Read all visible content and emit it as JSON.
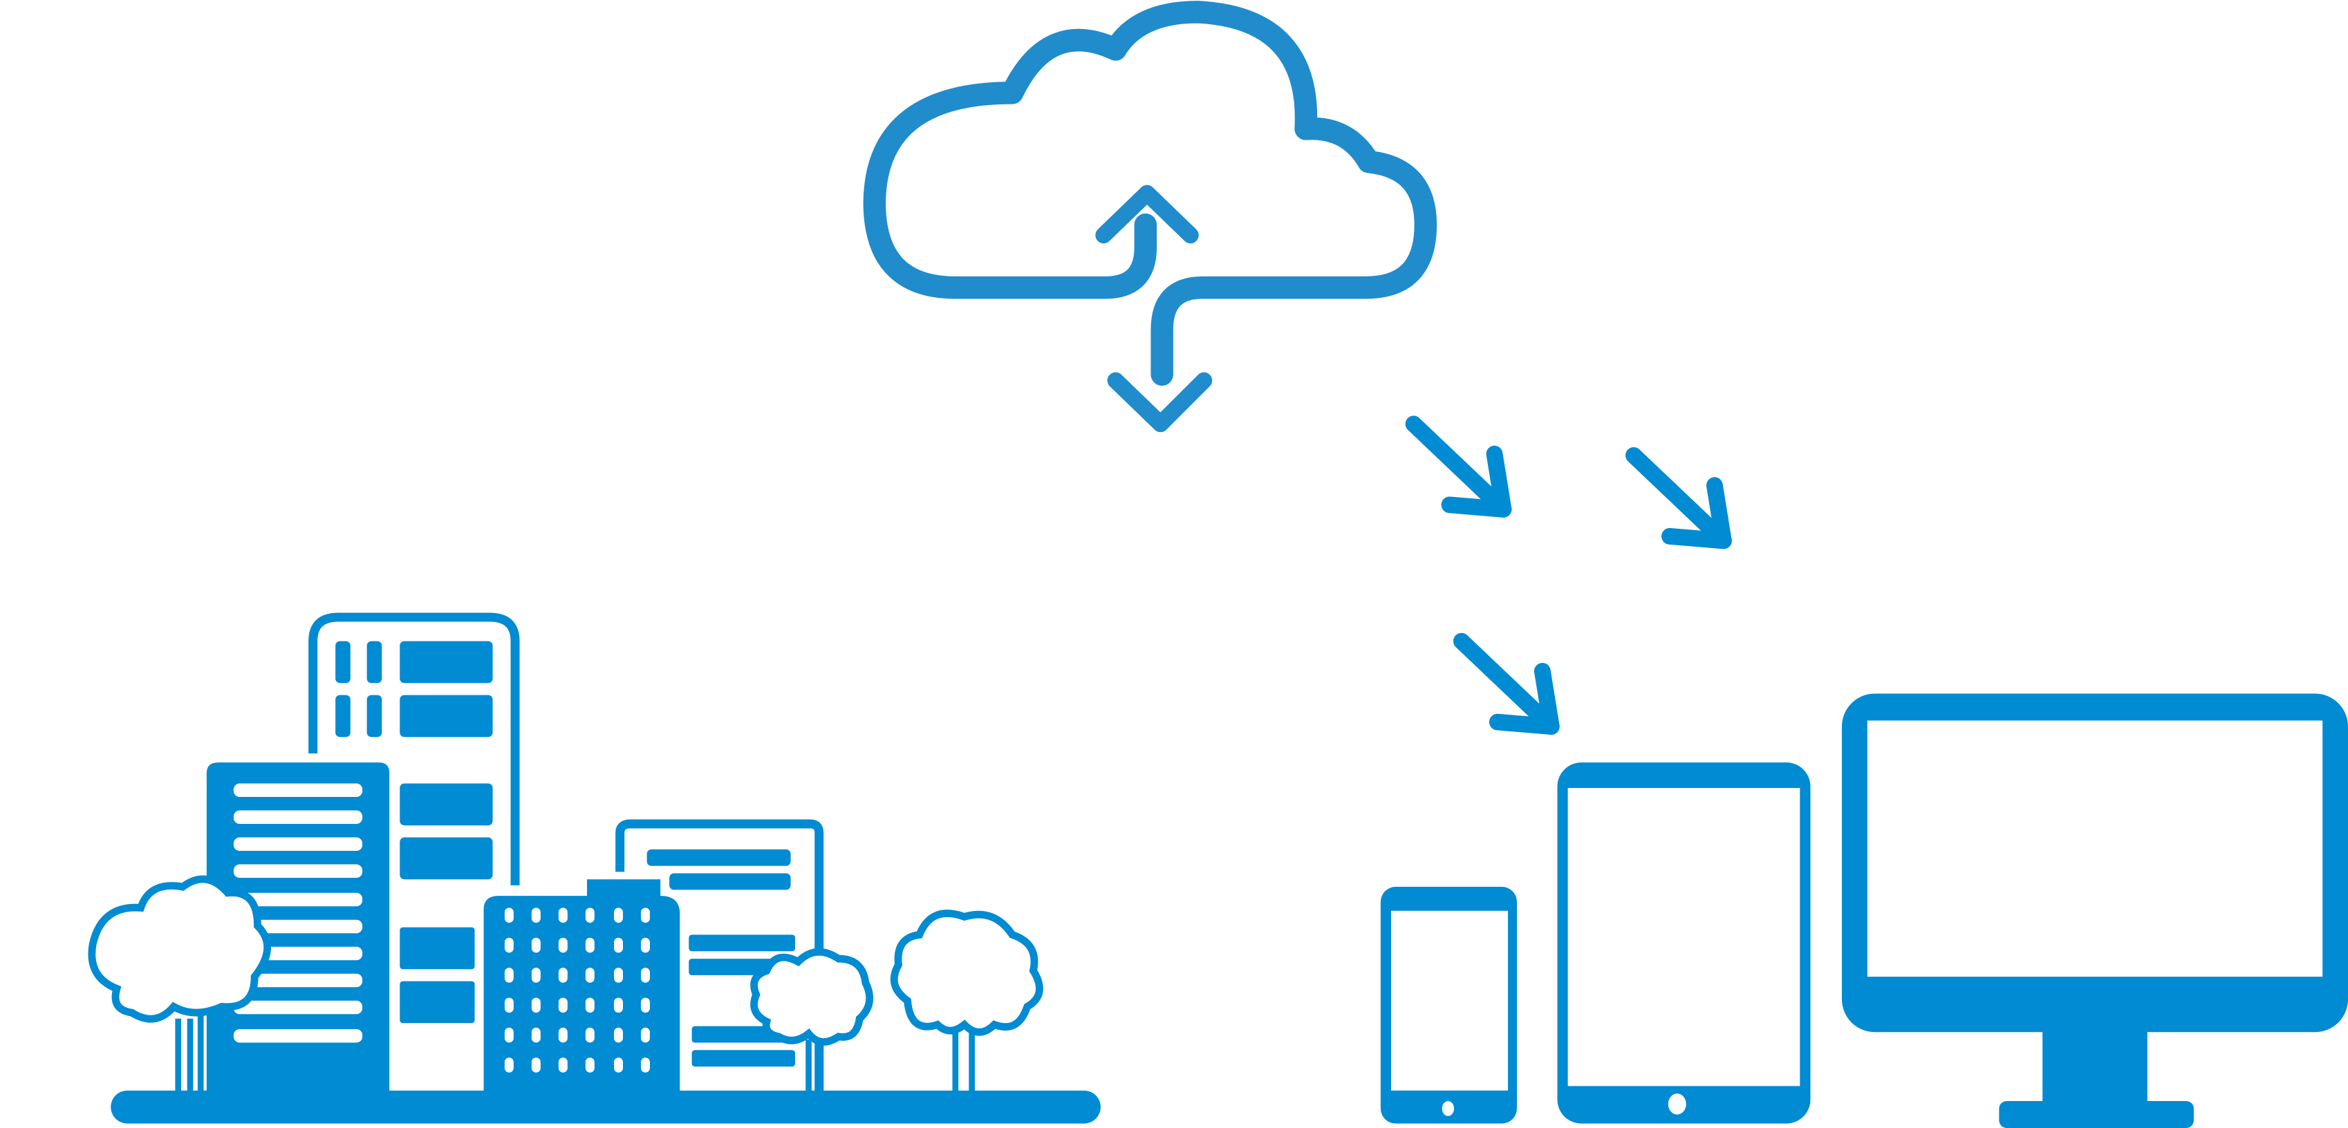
{
  "illustration": {
    "theme": "cloud computing sync",
    "colors": {
      "primary": "#008bd2",
      "cloud": "#208ccc",
      "background": "#ffffff"
    },
    "cloud": {
      "icon": "cloud-sync-icon",
      "arrows": [
        "upload-arrow-icon",
        "download-arrow-icon"
      ]
    },
    "flow_arrows": {
      "icon": "arrow-down-right-icon",
      "count": 3
    },
    "city": {
      "icon": "city-buildings-icon",
      "buildings": 4,
      "trees": 3
    },
    "devices": [
      {
        "name": "smartphone",
        "icon": "smartphone-icon"
      },
      {
        "name": "tablet",
        "icon": "tablet-icon"
      },
      {
        "name": "desktop monitor",
        "icon": "monitor-icon"
      }
    ]
  }
}
